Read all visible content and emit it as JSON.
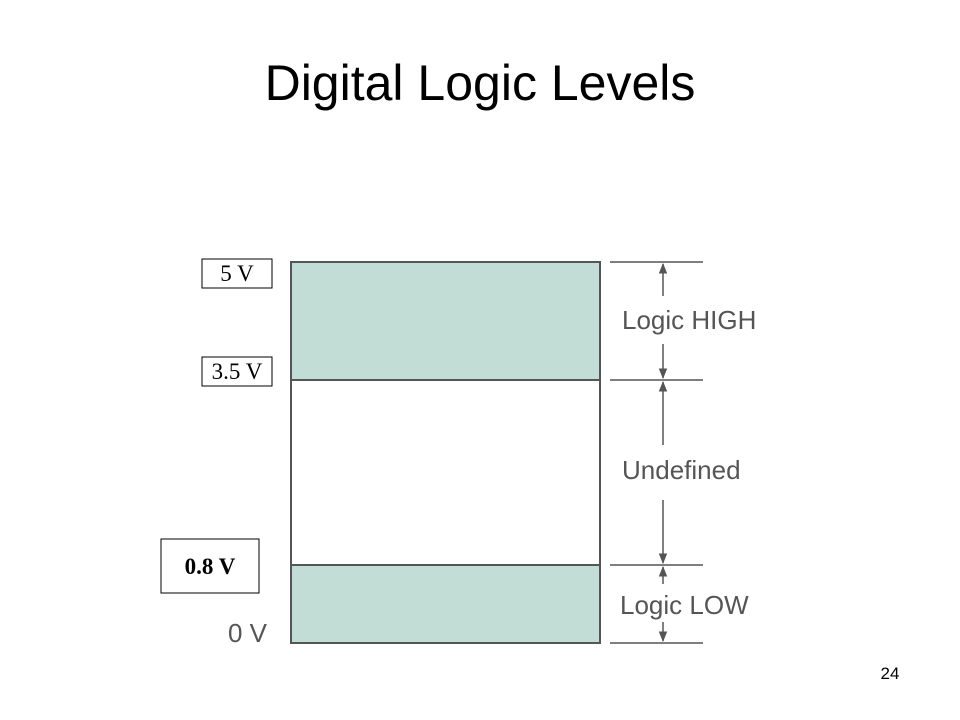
{
  "slide": {
    "title": "Digital Logic Levels",
    "page_number": "24"
  },
  "diagram": {
    "colors": {
      "band_fill": "#c1ddd5",
      "outline": "#555555",
      "label_text": "#555555"
    },
    "regions": {
      "high": "Logic HIGH",
      "undefined": "Undefined",
      "low": "Logic LOW"
    },
    "voltages": {
      "v5": "5 V",
      "v3_5": "3.5 V",
      "v0_8": "0.8 V",
      "v0": "0 V"
    }
  }
}
